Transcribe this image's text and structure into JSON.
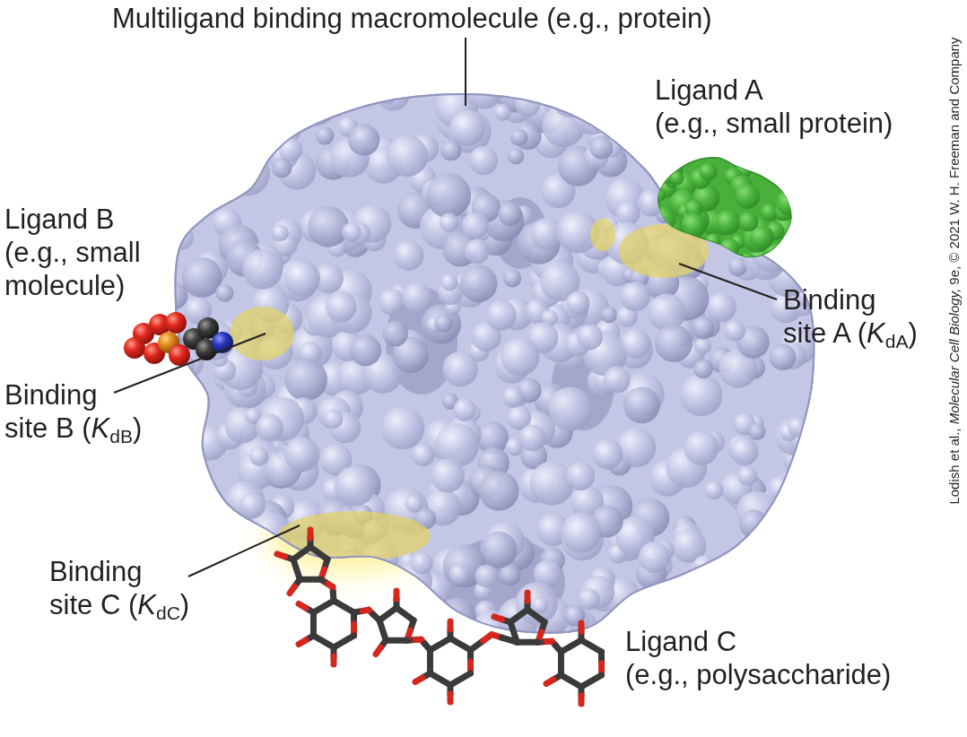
{
  "diagram": {
    "labels": [
      "Multiligand binding macromolecule (e.g., protein)",
      "Ligand A (e.g., small protein)",
      "Ligand B (e.g., small molecule)",
      "Binding site B (KdB)",
      "Binding site A (KdA)",
      "Binding site C (KdC)",
      "Ligand C (e.g., polysaccharide)",
      "Lodish et al., Molecular Cell Biology, 9e, © 2021 W. H. Freeman and Company"
    ]
  }
}
